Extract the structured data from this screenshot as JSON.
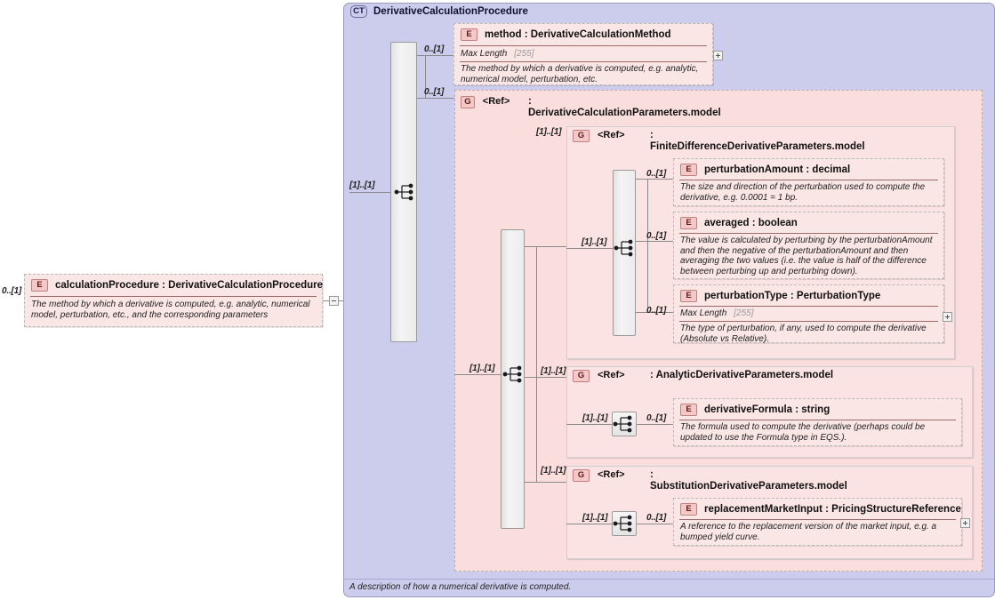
{
  "diagram": {
    "type": "xsd-schema-diagram",
    "root_element": {
      "badge": "E",
      "name": "calculationProcedure",
      "type": "DerivativeCalculationProcedure",
      "label": "calculationProcedure : DerivativeCalculationProcedure",
      "cardinality": "0..[1]",
      "documentation": "The method by which a derivative is computed, e.g. analytic, numerical model, perturbation, etc., and the corresponding parameters",
      "expander": "minus"
    },
    "complex_type": {
      "badge": "CT",
      "title": "DerivativeCalculationProcedure",
      "footer": "A description of how a numerical derivative is computed.",
      "sequence_cardinality": "[1]..[1]"
    },
    "members": [
      {
        "kind": "element",
        "badge": "E",
        "name": "method",
        "type": "DerivativeCalculationMethod",
        "label": "method  :  DerivativeCalculationMethod",
        "cardinality": "0..[1]",
        "facet_label": "Max Length",
        "facet_value": "[255]",
        "documentation": "The method by which a derivative is computed, e.g. analytic, numerical model, perturbation, etc.",
        "expander": "plus"
      },
      {
        "kind": "group",
        "badge": "G",
        "ref": "<Ref>",
        "type": ": DerivativeCalculationParameters.model",
        "cardinality": "0..[1]",
        "inner_sequence_cardinality": "[1]..[1]",
        "children": [
          {
            "kind": "group",
            "badge": "G",
            "ref": "<Ref>",
            "type": ": FiniteDifferenceDerivativeParameters.model",
            "cardinality": "[1]..[1]",
            "inner_sequence_cardinality": "[1]..[1]",
            "elements": [
              {
                "badge": "E",
                "name": "perturbationAmount",
                "type": "decimal",
                "label": "perturbationAmount : decimal",
                "cardinality": "0..[1]",
                "documentation": "The size and direction of the perturbation used to compute the derivative, e.g. 0.0001 = 1 bp."
              },
              {
                "badge": "E",
                "name": "averaged",
                "type": "boolean",
                "label": "averaged : boolean",
                "cardinality": "0..[1]",
                "documentation": "The value is calculated by perturbing by the perturbationAmount and then the negative of the perturbationAmount and then averaging the two values (i.e. the value is half of the difference between perturbing up and perturbing down)."
              },
              {
                "badge": "E",
                "name": "perturbationType",
                "type": "PerturbationType",
                "label": "perturbationType : PerturbationType",
                "cardinality": "0..[1]",
                "facet_label": "Max Length",
                "facet_value": "[255]",
                "documentation": "The type of perturbation, if any, used to compute the derivative (Absolute vs Relative).",
                "expander": "plus"
              }
            ]
          },
          {
            "kind": "group",
            "badge": "G",
            "ref": "<Ref>",
            "type": ": AnalyticDerivativeParameters.model",
            "cardinality": "[1]..[1]",
            "inner_sequence_cardinality": "[1]..[1]",
            "elements": [
              {
                "badge": "E",
                "name": "derivativeFormula",
                "type": "string",
                "label": "derivativeFormula : string",
                "cardinality": "0..[1]",
                "documentation": "The formula used to compute the derivative (perhaps could be updated to use the Formula type in EQS.)."
              }
            ]
          },
          {
            "kind": "group",
            "badge": "G",
            "ref": "<Ref>",
            "type": ": SubstitutionDerivativeParameters.model",
            "cardinality": "[1]..[1]",
            "inner_sequence_cardinality": "[1]..[1]",
            "elements": [
              {
                "badge": "E",
                "name": "replacementMarketInput",
                "type": "PricingStructureReference",
                "label": "replacementMarketInput : PricingStructureReference",
                "cardinality": "0..[1]",
                "documentation": "A reference to the replacement version of the market input, e.g. a bumped yield curve.",
                "expander": "plus"
              }
            ]
          }
        ]
      }
    ],
    "colors": {
      "complex_type_fill": "#ccccec",
      "element_fill": "#fbe6e6",
      "group_fill": "#fadede",
      "badge_fill": "#f5c8c8",
      "line": "#8a8a8a"
    }
  }
}
